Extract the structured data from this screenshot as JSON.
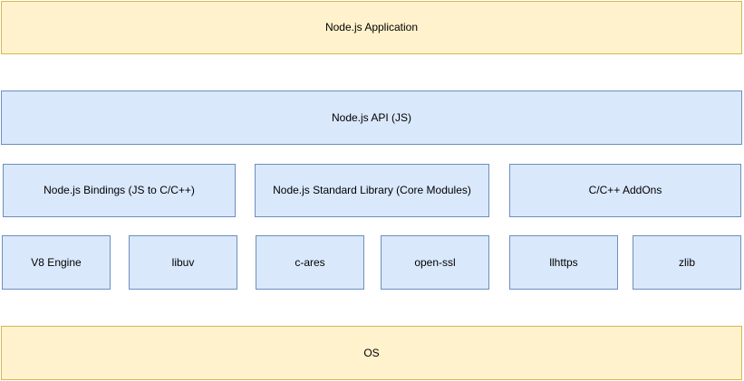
{
  "colors": {
    "yellow_fill": "#FFF2CC",
    "yellow_border": "#D6B656",
    "blue_fill": "#DAE8FC",
    "blue_border": "#6C8EBF",
    "text": "#000000",
    "background": "#FFFFFF"
  },
  "boxes": {
    "application": "Node.js Application",
    "api": "Node.js API (JS)",
    "bindings": "Node.js Bindings (JS to C/C++)",
    "stdlib": "Node.js Standard Library (Core Modules)",
    "addons": "C/C++ AddOns",
    "v8": "V8 Engine",
    "libuv": "libuv",
    "cares": "c-ares",
    "openssl": "open-ssl",
    "llhttps": "llhttps",
    "zlib": "zlib",
    "os": "OS"
  }
}
